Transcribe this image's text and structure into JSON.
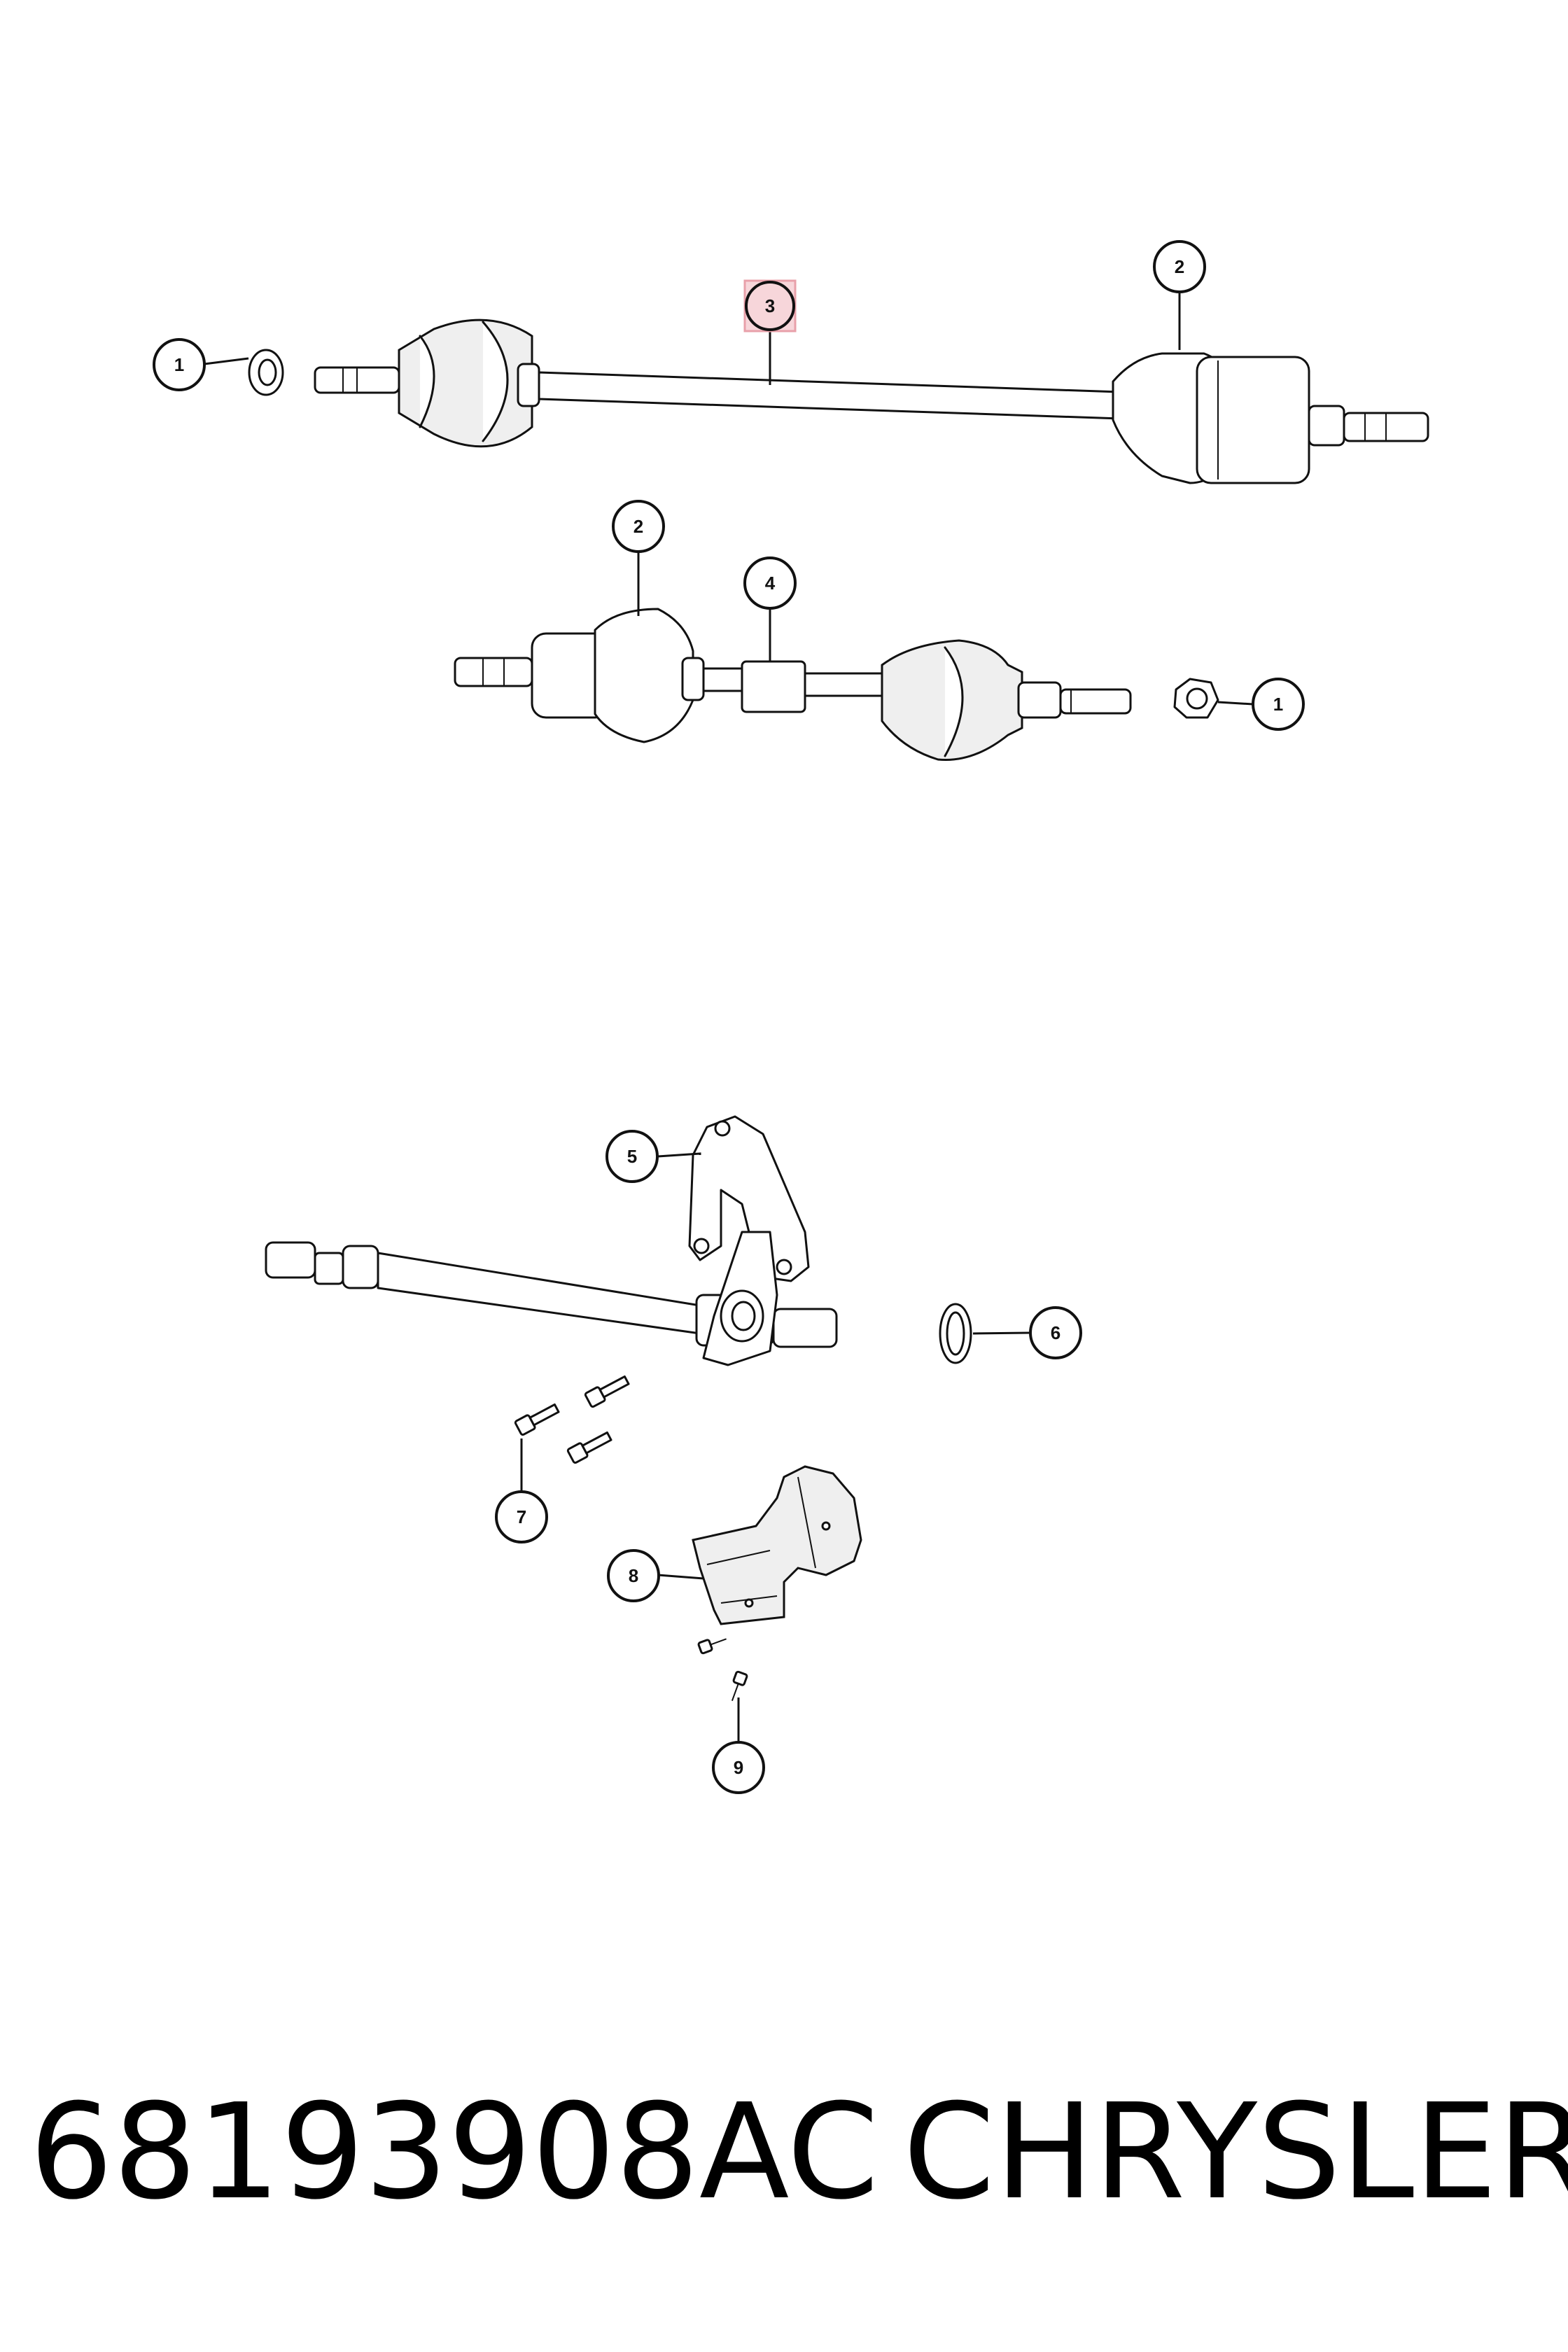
{
  "diagram": {
    "callouts": [
      {
        "id": "callout-1a",
        "label": "1"
      },
      {
        "id": "callout-3",
        "label": "3",
        "highlight": "#f7d6da"
      },
      {
        "id": "callout-2a",
        "label": "2"
      },
      {
        "id": "callout-2b",
        "label": "2"
      },
      {
        "id": "callout-4",
        "label": "4"
      },
      {
        "id": "callout-1b",
        "label": "1"
      },
      {
        "id": "callout-5",
        "label": "5"
      },
      {
        "id": "callout-6",
        "label": "6"
      },
      {
        "id": "callout-7",
        "label": "7"
      },
      {
        "id": "callout-8",
        "label": "8"
      },
      {
        "id": "callout-9",
        "label": "9"
      }
    ]
  },
  "footer": {
    "part_number": "68193908AC",
    "brand": "CHRYSLER"
  },
  "colors": {
    "line": "#111111",
    "highlight": "#f7d6da",
    "highlight_border": "#e8a0aa"
  }
}
